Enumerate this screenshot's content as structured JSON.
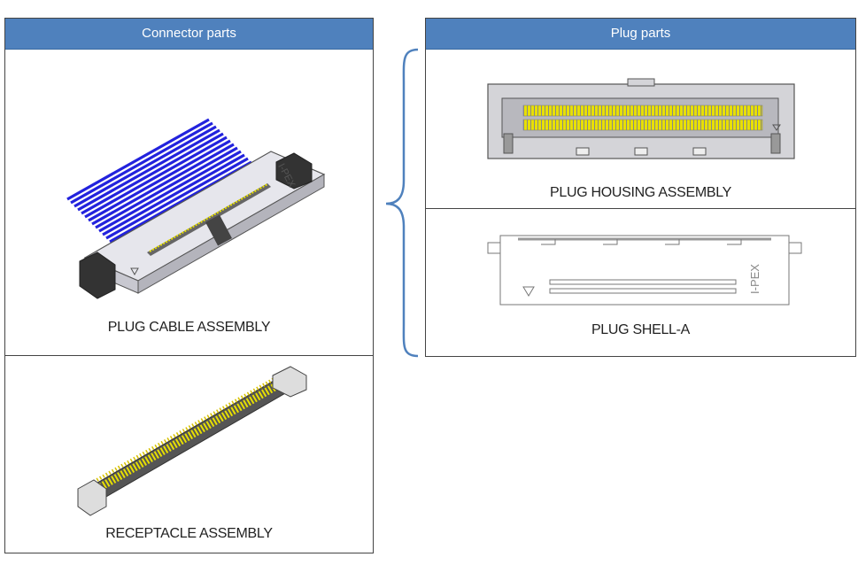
{
  "connector_panel": {
    "header": "Connector parts",
    "parts": [
      {
        "caption": "PLUG CABLE ASSEMBLY"
      },
      {
        "caption": "RECEPTACLE ASSEMBLY"
      }
    ]
  },
  "plug_panel": {
    "header": "Plug parts",
    "parts": [
      {
        "caption": "PLUG HOUSING ASSEMBLY"
      },
      {
        "caption": "PLUG SHELL-A"
      }
    ]
  },
  "colors": {
    "header_bg": "#4f81bd",
    "brace": "#4f81bd",
    "cable_blue": "#2222dd",
    "pin_yellow": "#e8e000"
  }
}
